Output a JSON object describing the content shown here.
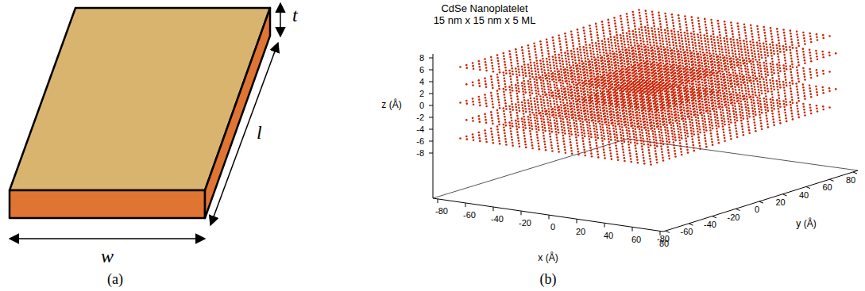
{
  "diagram": {
    "title": "CdSe Nanoplatelet 15 nm x 15 nm x 5 ML",
    "labels": [
      "t",
      "l",
      "w",
      "(a)",
      "8",
      "6",
      "4",
      "2",
      "0",
      "-2",
      "-4",
      "-6",
      "-8",
      "z (Å)",
      "-80",
      "-60",
      "-40",
      "-20",
      "0",
      "20",
      "40",
      "60",
      "80",
      "x (Å)",
      "80",
      "60",
      "40",
      "20",
      "0",
      "-20",
      "-40",
      "-60",
      "-80",
      "y (Å)",
      "(b)"
    ]
  }
}
